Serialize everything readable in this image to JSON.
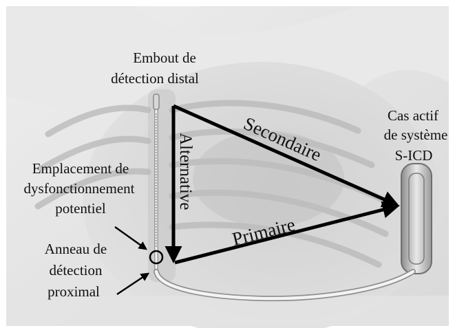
{
  "labels": {
    "distal_tip_line1": "Embout de",
    "distal_tip_line2": "détection distal",
    "active_case_line1": "Cas actif",
    "active_case_line2": "de système",
    "active_case_line3": "S-ICD",
    "failure_site_line1": "Emplacement de",
    "failure_site_line2": "dysfonctionnement",
    "failure_site_line3": "potentiel",
    "proximal_ring_line1": "Anneau de",
    "proximal_ring_line2": "détection",
    "proximal_ring_line3": "proximal"
  },
  "vectors": {
    "secondary": "Secondaire",
    "alternative": "Alternative",
    "primary": "Primaire"
  },
  "colors": {
    "background_light": "#e6e6e6",
    "body_gray": "#bdbdbd",
    "rib_gray": "#c9c9c9",
    "vector_black": "#000000"
  }
}
